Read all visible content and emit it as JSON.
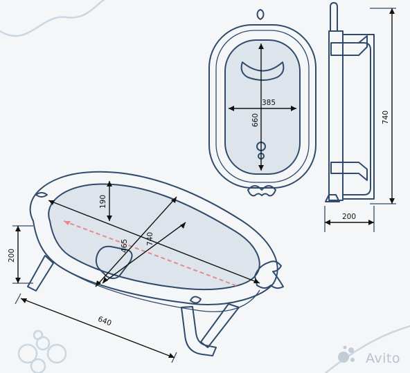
{
  "dimensions": {
    "side_length": "740",
    "side_width": "200",
    "top_width": "385",
    "top_length": "660",
    "iso_height": "190",
    "iso_inner_width": "465",
    "iso_length": "740",
    "iso_leg_height": "200",
    "iso_base_length": "640"
  },
  "watermark": {
    "brand": "Avito"
  },
  "colors": {
    "line": "#2f4a6b",
    "accent": "#e58a8a",
    "background": "#f4f6f8"
  }
}
